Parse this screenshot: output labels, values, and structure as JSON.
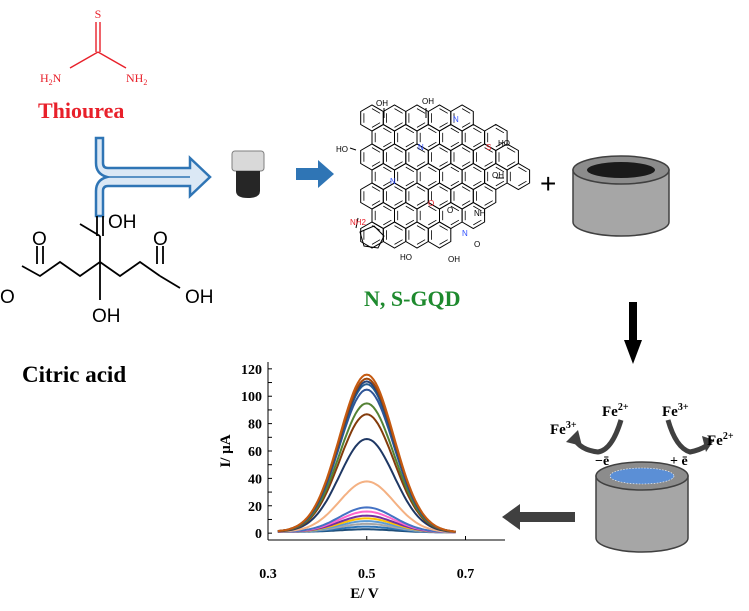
{
  "colors": {
    "thiourea": "#e8202a",
    "gqd": "#1e8a2e",
    "arrow_blue": "#2f75b5",
    "arrow_light": "#dbe8f5",
    "electrode_gray": "#9a9a9a",
    "nitrogen": "#3050ff",
    "sulfur_text": "#e8202a",
    "nh2_text": "#e8202a",
    "oxygen": "#e8202a"
  },
  "thiourea": {
    "name": "Thiourea",
    "atom_s": "S",
    "atom_h2n": "H",
    "atom_h2n_sub": "2",
    "atom_h2n_n": "N",
    "atom_nh2_n": "NH",
    "atom_nh2_sub": "2"
  },
  "citric_acid": {
    "name": "Citric acid",
    "groups": [
      "O",
      "OH",
      "O",
      "OH",
      "OH",
      "O"
    ]
  },
  "gqd": {
    "name": "N, S-GQD",
    "groups": [
      "OH",
      "OH",
      "HO",
      "HO",
      "OH",
      "NH",
      "O",
      "O",
      "HO",
      "OH",
      "NH2",
      "N",
      "N",
      "N",
      "S",
      "N",
      "O"
    ]
  },
  "plus_sign": "+",
  "redox": {
    "fe3_left": "Fe",
    "fe3_left_sup": "3+",
    "fe2_left": "Fe",
    "fe2_left_sup": "2+",
    "fe3_right": "Fe",
    "fe3_right_sup": "3+",
    "fe2_right": "Fe",
    "fe2_right_sup": "2+",
    "minus_e": "−ē",
    "plus_e": "+ ē"
  },
  "chart_data": {
    "type": "line",
    "xlabel": "E/ V",
    "ylabel": "I/ µA",
    "xlim": [
      0.3,
      0.78
    ],
    "ylim": [
      -5,
      125
    ],
    "x_ticks": [
      0.3,
      0.5,
      0.7
    ],
    "x_tick_labels": [
      "0.3",
      "0.5",
      "0.7"
    ],
    "y_ticks": [
      0,
      10,
      20,
      30,
      40,
      50,
      60,
      70,
      80,
      90,
      100,
      110,
      120
    ],
    "y_tick_labels": [
      "0",
      "20",
      "40",
      "60",
      "80",
      "100",
      "120"
    ],
    "y_label_ticks": [
      0,
      20,
      40,
      60,
      80,
      100,
      120
    ],
    "peak_x": 0.5,
    "series": [
      {
        "peak": 2,
        "color": "#1f4e79"
      },
      {
        "peak": 4,
        "color": "#2e75b6"
      },
      {
        "peak": 6,
        "color": "#a5a5a5"
      },
      {
        "peak": 8,
        "color": "#5b9bd5"
      },
      {
        "peak": 10,
        "color": "#ffc000"
      },
      {
        "peak": 12,
        "color": "#7030a0"
      },
      {
        "peak": 15,
        "color": "#ff66cc"
      },
      {
        "peak": 18,
        "color": "#4472c4"
      },
      {
        "peak": 37,
        "color": "#f4b183"
      },
      {
        "peak": 68,
        "color": "#1f3864"
      },
      {
        "peak": 86,
        "color": "#843c0c"
      },
      {
        "peak": 94,
        "color": "#548235"
      },
      {
        "peak": 104,
        "color": "#2f5597"
      },
      {
        "peak": 108,
        "color": "#255e91"
      },
      {
        "peak": 110,
        "color": "#264478"
      },
      {
        "peak": 112,
        "color": "#9e480e"
      },
      {
        "peak": 115,
        "color": "#c55a11"
      }
    ]
  }
}
